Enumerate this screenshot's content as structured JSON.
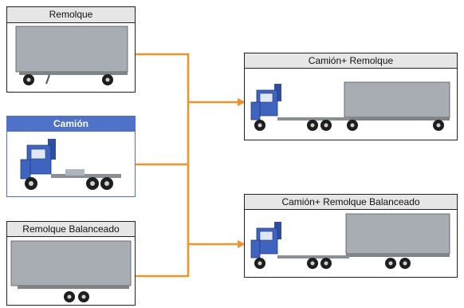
{
  "cards": {
    "remolque": {
      "title": "Remolque"
    },
    "camion": {
      "title": "Camión"
    },
    "remolque_balanceado": {
      "title": "Remolque Balanceado"
    },
    "camion_remolque": {
      "title": "Camión+ Remolque"
    },
    "camion_remolque_balanceado": {
      "title": "Camión+ Remolque Balanceado"
    }
  },
  "colors": {
    "connector": "#f0932b",
    "truck_blue": "#3f64c0",
    "trailer_gray": "#a8adb4",
    "header_blue": "#4f72c8",
    "header_gray": "#e6e6e6"
  }
}
